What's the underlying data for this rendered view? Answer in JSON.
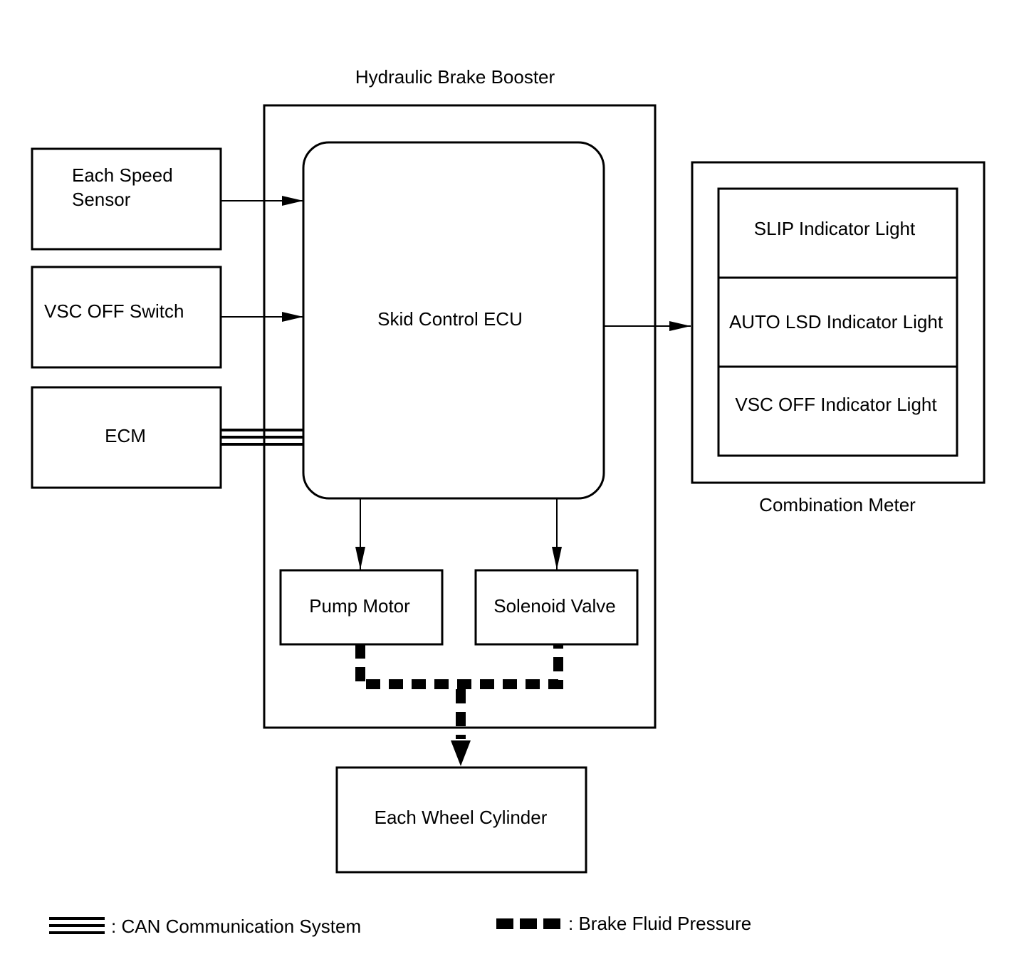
{
  "diagram": {
    "title": "Hydraulic Brake Booster",
    "blocks": {
      "speed_sensor": [
        "Each Speed",
        "Sensor"
      ],
      "vsc_off_switch": "VSC OFF Switch",
      "ecm": "ECM",
      "skid_control_ecu": "Skid Control ECU",
      "pump_motor": "Pump Motor",
      "solenoid_valve": "Solenoid Valve",
      "wheel_cylinder": "Each Wheel Cylinder"
    },
    "combination_meter": {
      "label": "Combination Meter",
      "indicators": [
        "SLIP Indicator Light",
        "AUTO LSD Indicator Light",
        "VSC OFF Indicator Light"
      ]
    }
  },
  "legend": {
    "can": ": CAN Communication System",
    "brake_fluid": ": Brake Fluid Pressure"
  }
}
